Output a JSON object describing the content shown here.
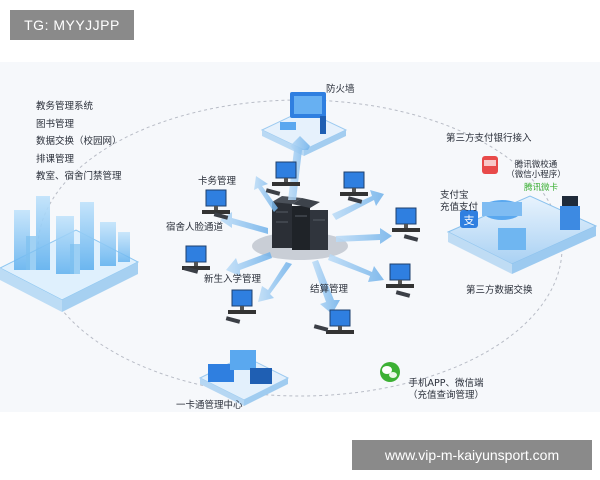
{
  "watermark_top": "TG: MYYJJPP",
  "watermark_bottom": "www.vip-m-kaiyunsport.com",
  "left_system_items": [
    "教务管理系统",
    "图书管理",
    "数据交换（校园网）",
    "排课管理",
    "教室、宿舍门禁管理"
  ],
  "labels": {
    "firewall": "防火墙",
    "third_party_bank": "第三方支付银行接入",
    "tencent_campus": "腾讯微校通",
    "tencent_campus_sub": "（微信小程序）",
    "tencent_card_badge": "腾讯微卡",
    "alipay": "支付宝",
    "alipay_sub": "充值支付",
    "third_party_data": "第三方数据交换",
    "card_mgmt": "卡务管理",
    "dorm_face": "宿舍人脸通道",
    "freshman": "新生入学管理",
    "settlement": "结算管理",
    "mobile_app": "手机APP、微信端",
    "mobile_app_sub": "（充值查询管理）",
    "one_card_center": "一卡通管理中心"
  },
  "colors": {
    "accent_blue": "#2f7fe0",
    "light_blue": "#9cc9f2",
    "server_dark": "#2b2f36",
    "wechat_green": "#3cb034"
  }
}
